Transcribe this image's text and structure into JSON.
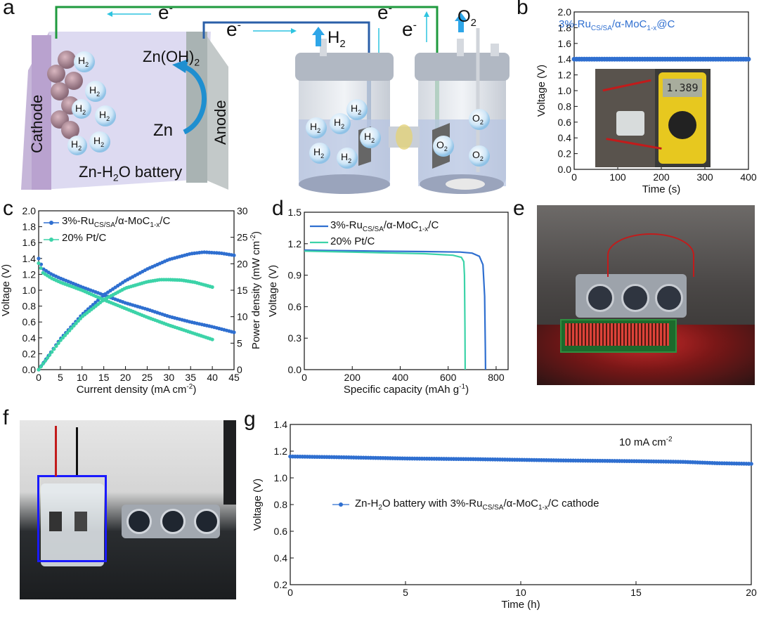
{
  "colors": {
    "ru_series": "#2f6fd0",
    "pt_series": "#3cd3a8",
    "wire_green": "#1f9a3e",
    "wire_blue": "#2a5fa8",
    "arrow_cyan": "#2ec4e0"
  },
  "panel_a": {
    "label": "a",
    "electron_labels": [
      "e",
      "e",
      "e",
      "e"
    ],
    "cathode": "Cathode",
    "anode": "Anode",
    "zn": "Zn",
    "zn_oh2": "Zn(OH)",
    "zn_oh2_sub": "2",
    "battery_label": "Zn-H",
    "battery_label_sub": "2",
    "battery_label_tail": "O battery",
    "h2": "H",
    "h2_sub": "2",
    "o2": "O",
    "o2_sub": "2"
  },
  "panel_b": {
    "label": "b",
    "legend_main": "3%-Ru",
    "legend_sub": "CS/SA",
    "legend_mid": "/α-MoC",
    "legend_sub2": "1-x",
    "legend_tail": "@C",
    "meter_reading": "1.389",
    "chart_data": {
      "type": "scatter",
      "xlabel": "Time (s)",
      "ylabel": "Voltage (V)",
      "xlim": [
        0,
        400
      ],
      "ylim": [
        0,
        2.0
      ],
      "xticks": [
        "0",
        "100",
        "200",
        "300",
        "400"
      ],
      "yticks": [
        "0.0",
        "0.2",
        "0.4",
        "0.6",
        "0.8",
        "1.0",
        "1.2",
        "1.4",
        "1.6",
        "1.8",
        "2.0"
      ],
      "series": [
        {
          "name": "3%-RuCS/SA/α-MoC1-x@C",
          "x": [
            0,
            400
          ],
          "y": [
            1.4,
            1.4
          ]
        }
      ]
    }
  },
  "panel_c": {
    "label": "c",
    "legend": [
      {
        "main": "3%-Ru",
        "sub": "CS/SA",
        "mid": "/α-MoC",
        "sub2": "1-x",
        "tail": "/C"
      },
      {
        "main": "20% Pt/C",
        "sub": "",
        "mid": "",
        "sub2": "",
        "tail": ""
      }
    ],
    "chart_data": {
      "type": "line",
      "xlabel": "Current density (mA cm-2)",
      "ylabel": "Voltage (V)",
      "y2label": "Power density (mW cm-2)",
      "xlim": [
        0,
        45
      ],
      "ylim": [
        0,
        2.0
      ],
      "y2lim": [
        0,
        30
      ],
      "xticks": [
        "0",
        "5",
        "10",
        "15",
        "20",
        "25",
        "30",
        "35",
        "40",
        "45"
      ],
      "yticks": [
        "0.0",
        "0.2",
        "0.4",
        "0.6",
        "0.8",
        "1.0",
        "1.2",
        "1.4",
        "1.6",
        "1.8",
        "2.0"
      ],
      "y2ticks": [
        "0",
        "5",
        "10",
        "15",
        "20",
        "25",
        "30"
      ],
      "series": [
        {
          "name": "3%-RuCS/SA/α-MoC1-x/C voltage",
          "x": [
            0,
            1,
            3,
            5,
            10,
            15,
            20,
            25,
            30,
            35,
            40,
            45
          ],
          "y": [
            1.4,
            1.27,
            1.2,
            1.15,
            1.04,
            0.94,
            0.84,
            0.76,
            0.67,
            0.6,
            0.54,
            0.47
          ]
        },
        {
          "name": "3%-RuCS/SA/α-MoC1-x/C power",
          "x": [
            0,
            5,
            10,
            15,
            20,
            25,
            30,
            35,
            38,
            42,
            45
          ],
          "y": [
            0,
            5.8,
            10.4,
            14.1,
            16.8,
            19.0,
            20.8,
            21.9,
            22.2,
            22.0,
            21.6
          ]
        },
        {
          "name": "20% Pt/C voltage",
          "x": [
            0,
            1,
            3,
            5,
            10,
            15,
            20,
            25,
            30,
            35,
            40
          ],
          "y": [
            1.34,
            1.22,
            1.15,
            1.1,
            1.0,
            0.88,
            0.77,
            0.66,
            0.56,
            0.47,
            0.38
          ]
        },
        {
          "name": "20% Pt/C power",
          "x": [
            0,
            5,
            10,
            15,
            20,
            25,
            28,
            30,
            33,
            36,
            40
          ],
          "y": [
            0,
            5.5,
            10.0,
            13.2,
            15.4,
            16.6,
            17.0,
            17.0,
            16.9,
            16.5,
            15.6
          ]
        }
      ]
    }
  },
  "panel_d": {
    "label": "d",
    "legend": [
      {
        "main": "3%-Ru",
        "sub": "CS/SA",
        "mid": "/α-MoC",
        "sub2": "1-x",
        "tail": "/C"
      },
      {
        "main": "20% Pt/C",
        "sub": "",
        "mid": "",
        "sub2": "",
        "tail": ""
      }
    ],
    "chart_data": {
      "type": "line",
      "xlabel": "Specific capacity (mAh g-1)",
      "ylabel": "Voltage (V)",
      "xlim": [
        0,
        850
      ],
      "ylim": [
        0,
        1.5
      ],
      "xticks": [
        "0",
        "200",
        "400",
        "600",
        "800"
      ],
      "yticks": [
        "0.0",
        "0.3",
        "0.6",
        "0.9",
        "1.2",
        "1.5"
      ],
      "series": [
        {
          "name": "3%-RuCS/SA/α-MoC1-x/C",
          "x": [
            0,
            100,
            300,
            500,
            650,
            700,
            730,
            745,
            752,
            755,
            756
          ],
          "y": [
            1.14,
            1.135,
            1.13,
            1.125,
            1.12,
            1.11,
            1.08,
            1.0,
            0.7,
            0.2,
            0.0
          ]
        },
        {
          "name": "20% Pt/C",
          "x": [
            0,
            100,
            300,
            500,
            620,
            655,
            665,
            668,
            670,
            671
          ],
          "y": [
            1.13,
            1.125,
            1.115,
            1.105,
            1.09,
            1.07,
            1.03,
            0.9,
            0.4,
            0.0
          ]
        }
      ]
    }
  },
  "panel_e": {
    "label": "e"
  },
  "panel_f": {
    "label": "f"
  },
  "panel_g": {
    "label": "g",
    "annotation": "10 mA cm",
    "annotation_sup": "-2",
    "legend": {
      "main": "Zn-H",
      "sub0": "2",
      "mid0": "O battery with 3%-Ru",
      "sub": "CS/SA",
      "mid": "/α-MoC",
      "sub2": "1-x",
      "tail": "/C cathode"
    },
    "chart_data": {
      "type": "scatter",
      "xlabel": "Time (h)",
      "ylabel": "Voltage (V)",
      "xlim": [
        0,
        20
      ],
      "ylim": [
        0.2,
        1.4
      ],
      "xticks": [
        "0",
        "5",
        "10",
        "15",
        "20"
      ],
      "yticks": [
        "0.2",
        "0.4",
        "0.6",
        "0.8",
        "1.0",
        "1.2",
        "1.4"
      ],
      "series": [
        {
          "name": "Zn-H2O battery with 3%-RuCS/SA/α-MoC1-x/C cathode",
          "x": [
            0,
            2,
            5,
            8,
            10,
            12,
            15,
            17,
            18.5,
            20
          ],
          "y": [
            1.16,
            1.155,
            1.145,
            1.14,
            1.135,
            1.13,
            1.125,
            1.12,
            1.11,
            1.105
          ]
        }
      ]
    }
  }
}
